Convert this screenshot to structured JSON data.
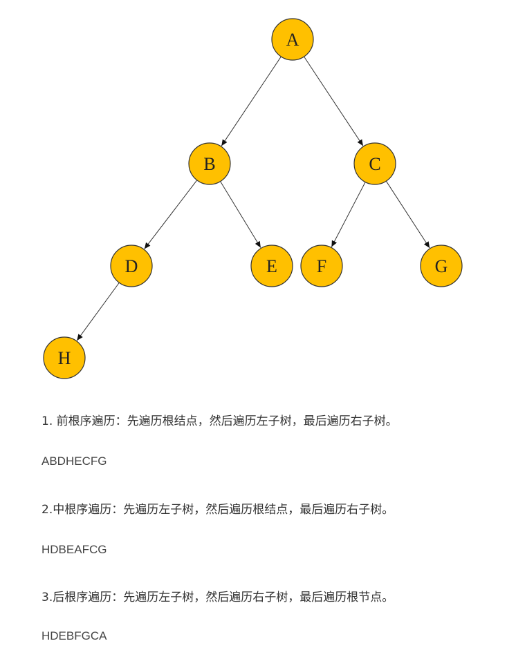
{
  "tree": {
    "nodes": [
      {
        "id": "A",
        "label": "A"
      },
      {
        "id": "B",
        "label": "B"
      },
      {
        "id": "C",
        "label": "C"
      },
      {
        "id": "D",
        "label": "D"
      },
      {
        "id": "E",
        "label": "E"
      },
      {
        "id": "F",
        "label": "F"
      },
      {
        "id": "G",
        "label": "G"
      },
      {
        "id": "H",
        "label": "H"
      }
    ],
    "edges": [
      [
        "A",
        "B"
      ],
      [
        "A",
        "C"
      ],
      [
        "B",
        "D"
      ],
      [
        "B",
        "E"
      ],
      [
        "C",
        "F"
      ],
      [
        "C",
        "G"
      ],
      [
        "D",
        "H"
      ]
    ],
    "node_color": "#FFC000"
  },
  "text": {
    "preorder_desc": "1. 前根序遍历：先遍历根结点，然后遍历左子树，最后遍历右子树。",
    "preorder_seq": "ABDHECFG",
    "inorder_desc": "2.中根序遍历：先遍历左子树，然后遍历根结点，最后遍历右子树。",
    "inorder_seq": "HDBEAFCG",
    "postorder_desc": "3.后根序遍历：先遍历左子树，然后遍历右子树，最后遍历根节点。",
    "postorder_seq": "HDEBFGCA"
  }
}
